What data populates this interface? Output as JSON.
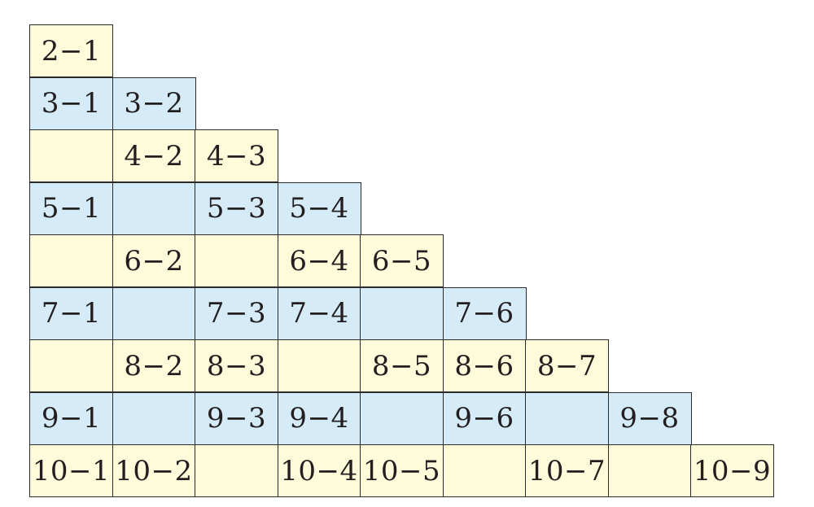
{
  "colors": {
    "odd_row": "#fdfbd9",
    "even_row": "#d5ecf8",
    "border": "#2b2b2b",
    "text": "#231f20"
  },
  "rows": [
    [
      "2−1"
    ],
    [
      "3−1",
      "3−2"
    ],
    [
      "",
      "4−2",
      "4−3"
    ],
    [
      "5−1",
      "",
      "5−3",
      "5−4"
    ],
    [
      "",
      "6−2",
      "",
      "6−4",
      "6−5"
    ],
    [
      "7−1",
      "",
      "7−3",
      "7−4",
      "",
      "7−6"
    ],
    [
      "",
      "8−2",
      "8−3",
      "",
      "8−5",
      "8−6",
      "8−7"
    ],
    [
      "9−1",
      "",
      "9−3",
      "9−4",
      "",
      "9−6",
      "",
      "9−8"
    ],
    [
      "10−1",
      "10−2",
      "",
      "10−4",
      "10−5",
      "",
      "10−7",
      "",
      "10−9"
    ]
  ]
}
